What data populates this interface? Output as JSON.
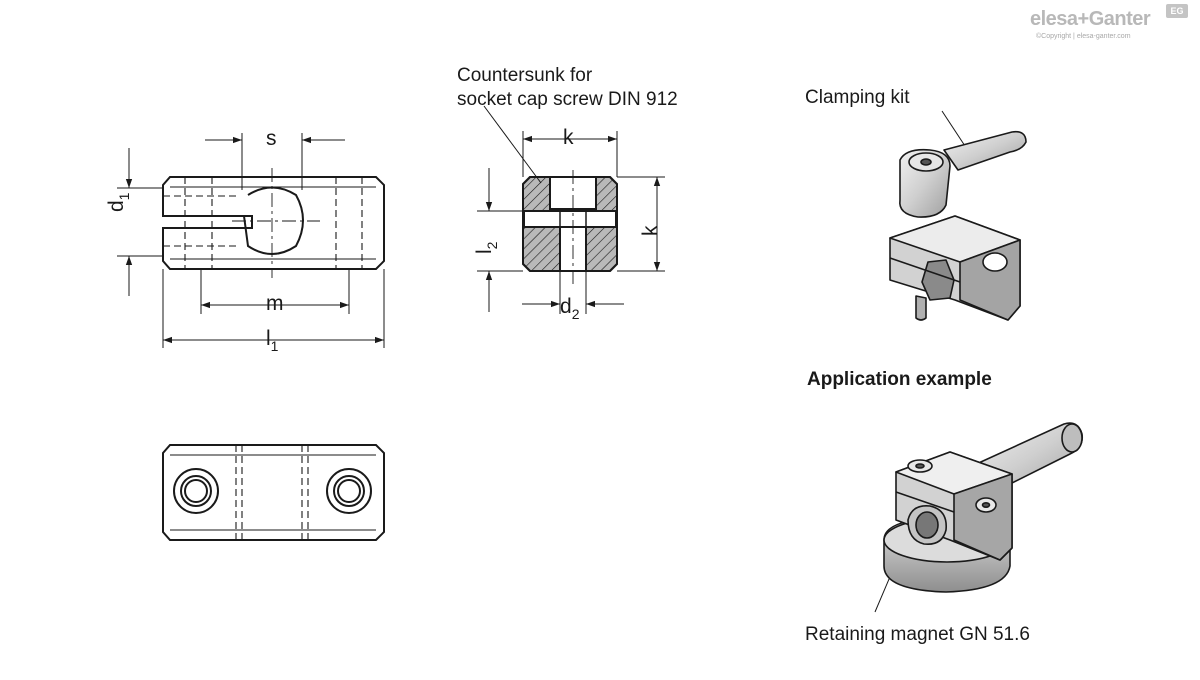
{
  "brand": {
    "logo_text": "elesa+Ganter",
    "badge": "EG",
    "copyright": "©Copyright | elesa-ganter.com"
  },
  "dimensions": {
    "s": "s",
    "d": "d",
    "d1_sub": "1",
    "m": "m",
    "l": "l",
    "l1_sub": "1",
    "k_top": "k",
    "k_side": "k",
    "l2_sub": "2",
    "d2_sub": "2"
  },
  "annotations": {
    "countersunk_line1": "Countersunk for",
    "countersunk_line2": "socket cap screw DIN 912",
    "clamping_kit": "Clamping kit",
    "application_example": "Application example",
    "retaining_magnet": "Retaining magnet GN 51.6"
  },
  "colors": {
    "line": "#1a1a1a",
    "metal": "#c8c8c8",
    "hatch_fill": "#9a9a9a",
    "logo": "#b8b8b8"
  }
}
